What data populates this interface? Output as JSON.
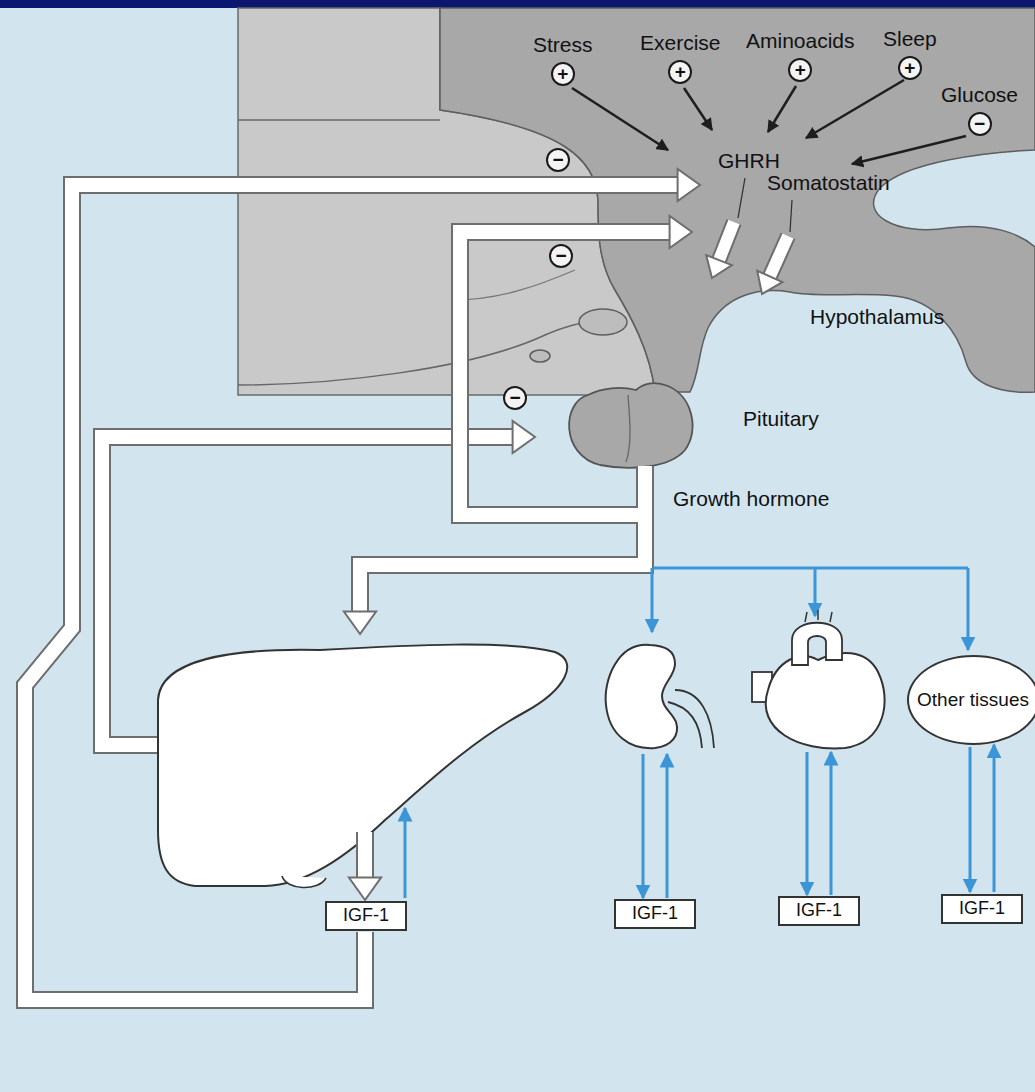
{
  "diagram": {
    "nodes": [
      {
        "text": [
          "Stress",
          "+"
        ]
      },
      {
        "text": [
          "Exercise",
          "+"
        ]
      },
      {
        "text": [
          "Aminoacids",
          "+"
        ]
      },
      {
        "text": [
          "Sleep",
          "+"
        ]
      },
      {
        "text": [
          "Glucose",
          "−"
        ]
      },
      {
        "text": [
          "−"
        ]
      },
      {
        "text": [
          "−"
        ]
      },
      {
        "text": [
          "−"
        ]
      },
      {
        "text": [
          "Other tissues"
        ]
      },
      {
        "text": [
          "IGF-1"
        ]
      },
      {
        "text": [
          "IGF-1"
        ]
      },
      {
        "text": [
          "IGF-1"
        ]
      },
      {
        "text": [
          "IGF-1"
        ]
      }
    ],
    "edges": [
      {
        "from": 8,
        "to": 12,
        "arrow": "to"
      },
      {
        "from": 12,
        "to": 8,
        "arrow": "to"
      }
    ],
    "labels": [
      "GHRH",
      "Somatostatin",
      "Hypothalamus",
      "Pituitary",
      "Growth hormone"
    ]
  }
}
